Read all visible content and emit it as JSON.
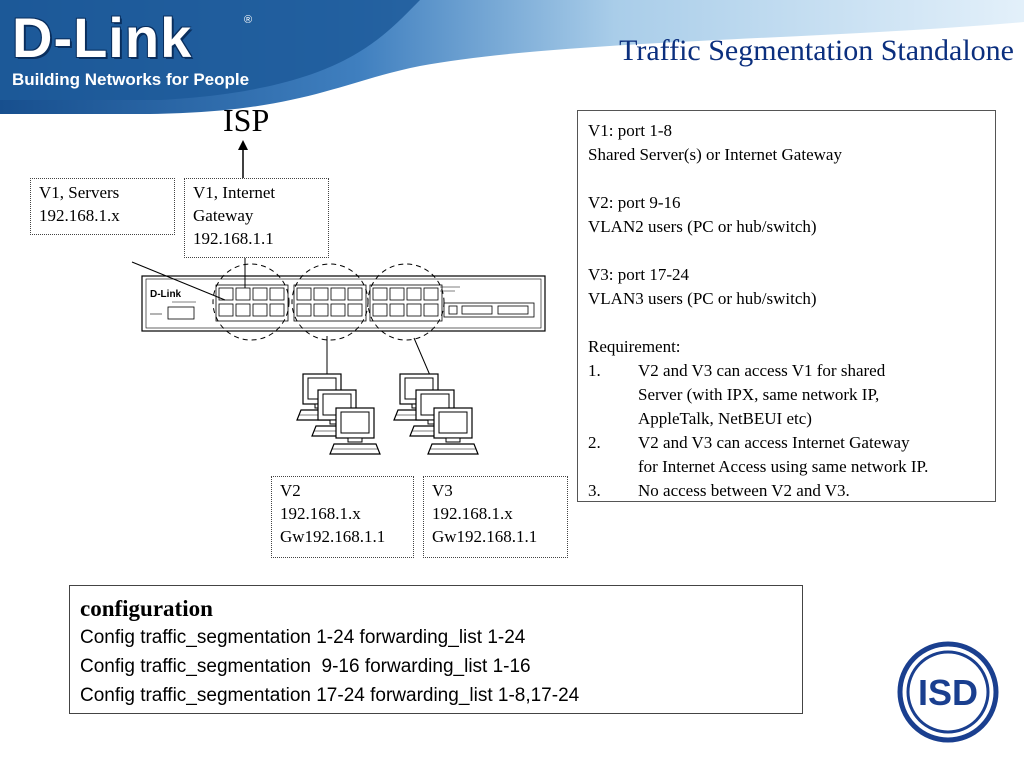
{
  "header": {
    "logo_text": "D-Link",
    "logo_reg": "®",
    "tagline": "Building Networks for People",
    "title": "Traffic Segmentation Standalone",
    "colors": {
      "banner": "#1d5a9a",
      "banner_light": "#9ec6e6",
      "title": "#0b2f7e"
    }
  },
  "diagram": {
    "isp_label": "ISP",
    "servers": {
      "line1": "V1, Servers",
      "line2": "192.168.1.x"
    },
    "gateway": {
      "line1": "V1, Internet",
      "line2": "Gateway",
      "line3": "192.168.1.1"
    },
    "v2": {
      "line1": "V2",
      "line2": "192.168.1.x",
      "line3": "Gw192.168.1.1"
    },
    "v3": {
      "line1": "V3",
      "line2": "192.168.1.x",
      "line3": "Gw192.168.1.1"
    },
    "switch_brand": "D-Link"
  },
  "requirements": {
    "v1_title": "V1: port 1-8",
    "v1_desc": "Shared Server(s) or Internet Gateway",
    "v2_title": "V2: port 9-16",
    "v2_desc": "VLAN2 users (PC or hub/switch)",
    "v3_title": "V3: port 17-24",
    "v3_desc": "VLAN3 users (PC or hub/switch)",
    "heading": "Requirement:",
    "items": [
      {
        "num": "1.",
        "lines": [
          "V2 and V3 can access V1 for shared",
          "Server (with IPX, same network IP,",
          "AppleTalk, NetBEUI etc)"
        ]
      },
      {
        "num": "2.",
        "lines": [
          "V2 and V3 can access Internet Gateway",
          "for Internet Access using same network IP."
        ]
      },
      {
        "num": "3.",
        "lines": [
          "No access between V2 and V3."
        ]
      }
    ]
  },
  "config": {
    "heading": "configuration",
    "lines": [
      "Config traffic_segmentation 1-24 forwarding_list 1-24",
      "Config traffic_segmentation  9-16 forwarding_list 1-16",
      "Config traffic_segmentation 17-24 forwarding_list 1-8,17-24"
    ]
  },
  "badge": {
    "text": "ISD",
    "color": "#1a3f8f"
  }
}
